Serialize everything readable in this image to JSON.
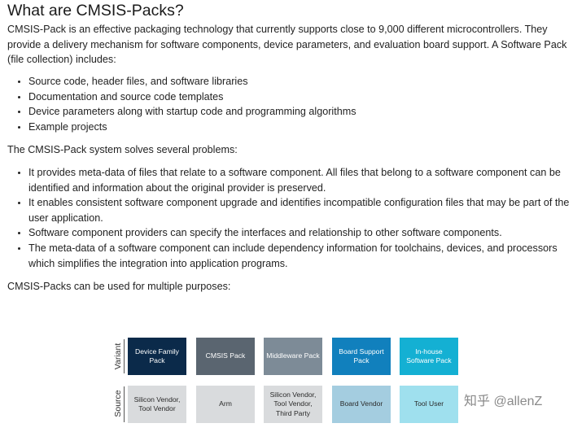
{
  "title": "What are CMSIS-Packs?",
  "intro": "CMSIS-Pack is an effective packaging technology that currently supports close to 9,000 different microcontrollers. They provide a delivery mechanism for software components, device parameters, and evaluation board support. A Software Pack (file collection) includes:",
  "pack_contents": [
    "Source code, header files, and software libraries",
    "Documentation and source code templates",
    "Device parameters along with startup code and programming algorithms",
    "Example projects"
  ],
  "problems_intro": "The CMSIS-Pack system solves several problems:",
  "problems": [
    "It provides meta-data of files that relate to a software component. All files that belong to a software component can be identified and information about the original provider is preserved.",
    "It enables consistent software component upgrade and identifies incompatible configuration files that may be part of the user application.",
    "Software component providers can specify the interfaces and relationship to other software components.",
    "The meta-data of a software component can include dependency information for toolchains, devices, and processors which simplifies the integration into application programs."
  ],
  "purposes_intro": "CMSIS-Packs can be used for multiple purposes:",
  "diagram": {
    "row_labels": {
      "variant": "Variant",
      "source": "Source"
    },
    "columns": [
      {
        "variant": "Device Family Pack",
        "source": "Silicon Vendor, Tool Vendor",
        "variant_color": "#0b2a4a",
        "source_color": "#d9dbdd"
      },
      {
        "variant": "CMSIS Pack",
        "source": "Arm",
        "variant_color": "#5a6570",
        "source_color": "#d9dbdd"
      },
      {
        "variant": "Middleware Pack",
        "source": "Silicon Vendor, Tool Vendor, Third Party",
        "variant_color": "#7d8b97",
        "source_color": "#d9dbdd"
      },
      {
        "variant": "Board Support Pack",
        "source": "Board Vendor",
        "variant_color": "#1180bd",
        "source_color": "#a4cde0"
      },
      {
        "variant": "In-house Software Pack",
        "source": "Tool User",
        "variant_color": "#14b0d3",
        "source_color": "#9fe0ee"
      }
    ]
  },
  "watermark": "知乎 @allenZ"
}
